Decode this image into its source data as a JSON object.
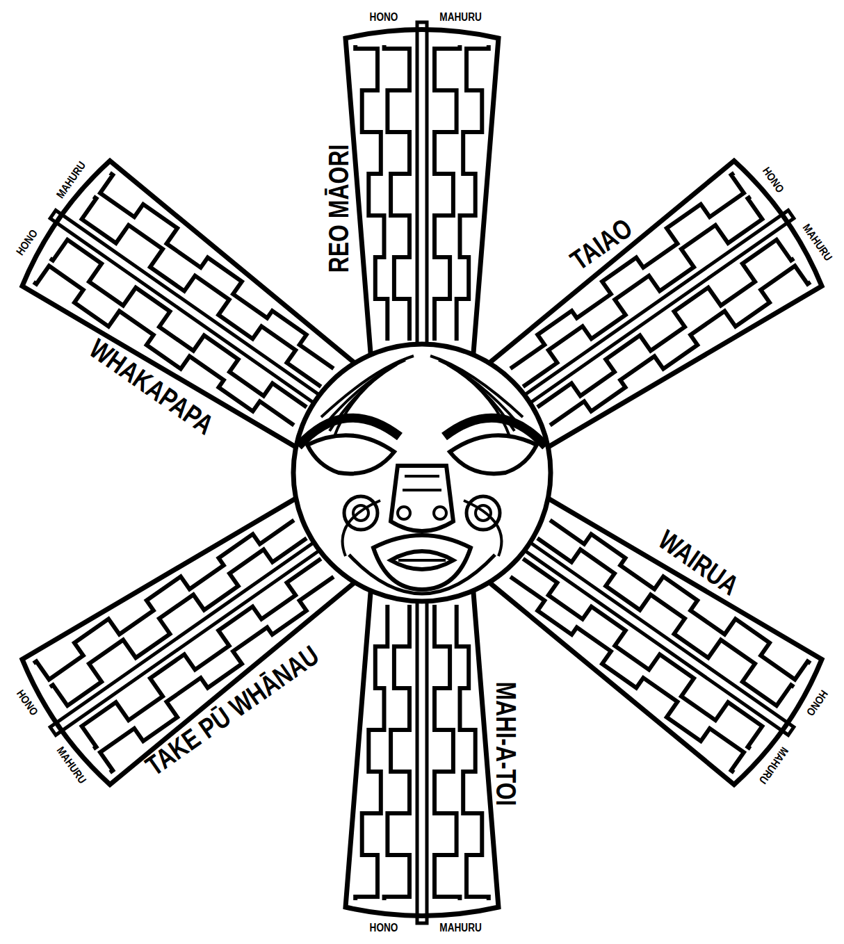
{
  "diagram": {
    "labels": [
      "HONO",
      "MAHURU",
      "REO MĀORI",
      "MAHURU",
      "HONO",
      "HONO",
      "MAHURU",
      "TAIAO",
      "WHAKAPAPA",
      "WAIRUA",
      "HONO",
      "MAHURU",
      "HONO",
      "MAHURU",
      "TAKE PŪ WHĀNAU",
      "MAHI-A-TOI",
      "HONO",
      "MAHURU"
    ]
  }
}
